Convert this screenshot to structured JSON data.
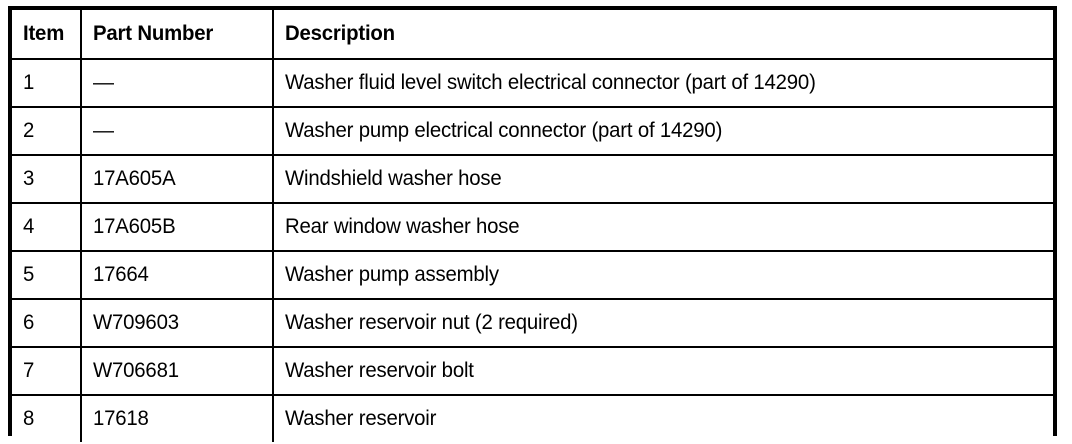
{
  "document": {
    "kind": "parts-legend-table",
    "background_color": "#ffffff",
    "text_color": "#000000",
    "border_color": "#000000"
  },
  "table": {
    "columns": [
      {
        "key": "item",
        "label": "Item"
      },
      {
        "key": "part_number",
        "label": "Part Number"
      },
      {
        "key": "description",
        "label": "Description"
      }
    ],
    "rows": [
      {
        "item": "1",
        "part_number": "—",
        "description": "Washer fluid level switch electrical connector (part of 14290)"
      },
      {
        "item": "2",
        "part_number": "—",
        "description": "Washer pump electrical connector (part of 14290)"
      },
      {
        "item": "3",
        "part_number": "17A605A",
        "description": "Windshield washer hose"
      },
      {
        "item": "4",
        "part_number": "17A605B",
        "description": "Rear window washer hose"
      },
      {
        "item": "5",
        "part_number": "17664",
        "description": "Washer pump assembly"
      },
      {
        "item": "6",
        "part_number": "W709603",
        "description": "Washer reservoir nut (2 required)"
      },
      {
        "item": "7",
        "part_number": "W706681",
        "description": "Washer reservoir bolt"
      },
      {
        "item": "8",
        "part_number": "17618",
        "description": "Washer reservoir"
      }
    ]
  }
}
